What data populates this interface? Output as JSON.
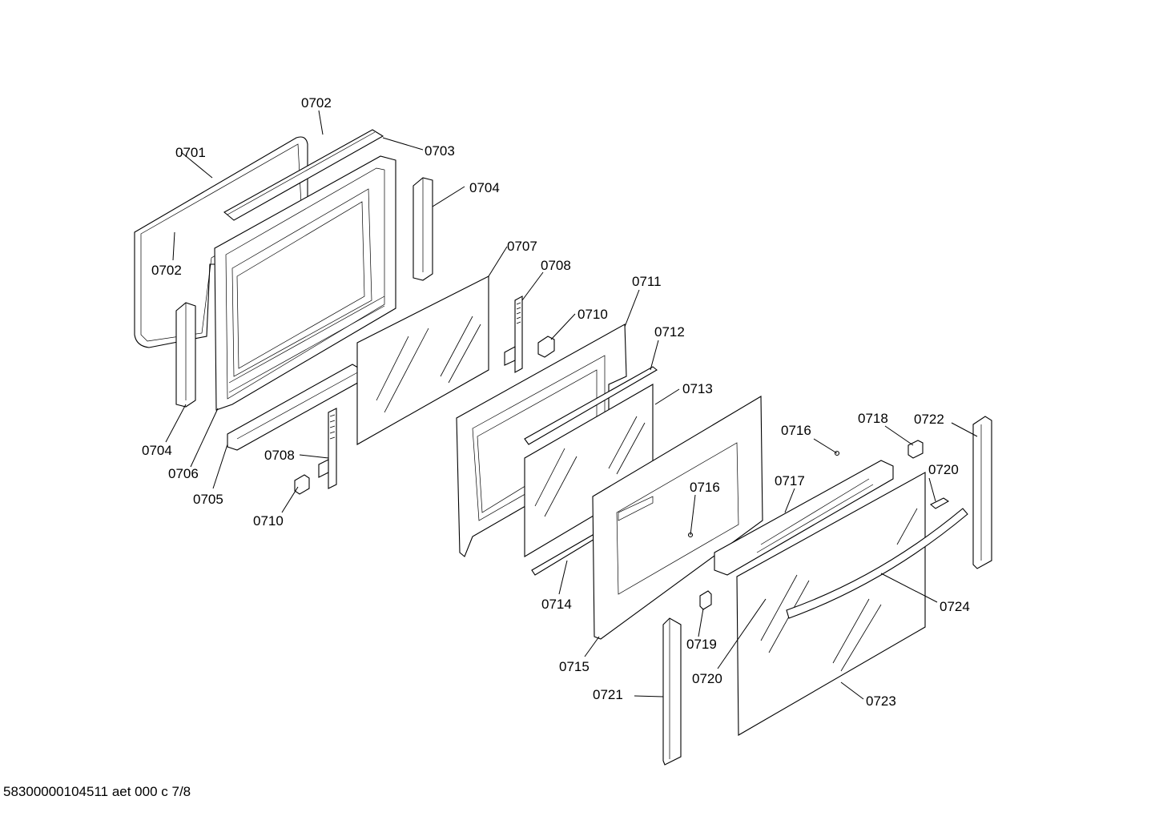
{
  "callouts": {
    "c0701": "0701",
    "c0702_top": "0702",
    "c0702_left": "0702",
    "c0703": "0703",
    "c0704_right": "0704",
    "c0704_left": "0704",
    "c0705": "0705",
    "c0706": "0706",
    "c0707": "0707",
    "c0708_top": "0708",
    "c0708_bottom": "0708",
    "c0710_top": "0710",
    "c0710_bottom": "0710",
    "c0711": "0711",
    "c0712": "0712",
    "c0713": "0713",
    "c0714": "0714",
    "c0715": "0715",
    "c0716_top": "0716",
    "c0716_mid": "0716",
    "c0717": "0717",
    "c0718": "0718",
    "c0719": "0719",
    "c0720_top": "0720",
    "c0720_bottom": "0720",
    "c0721": "0721",
    "c0722": "0722",
    "c0723": "0723",
    "c0724": "0724"
  },
  "footer": "58300000104511 aet 000 c 7/8"
}
